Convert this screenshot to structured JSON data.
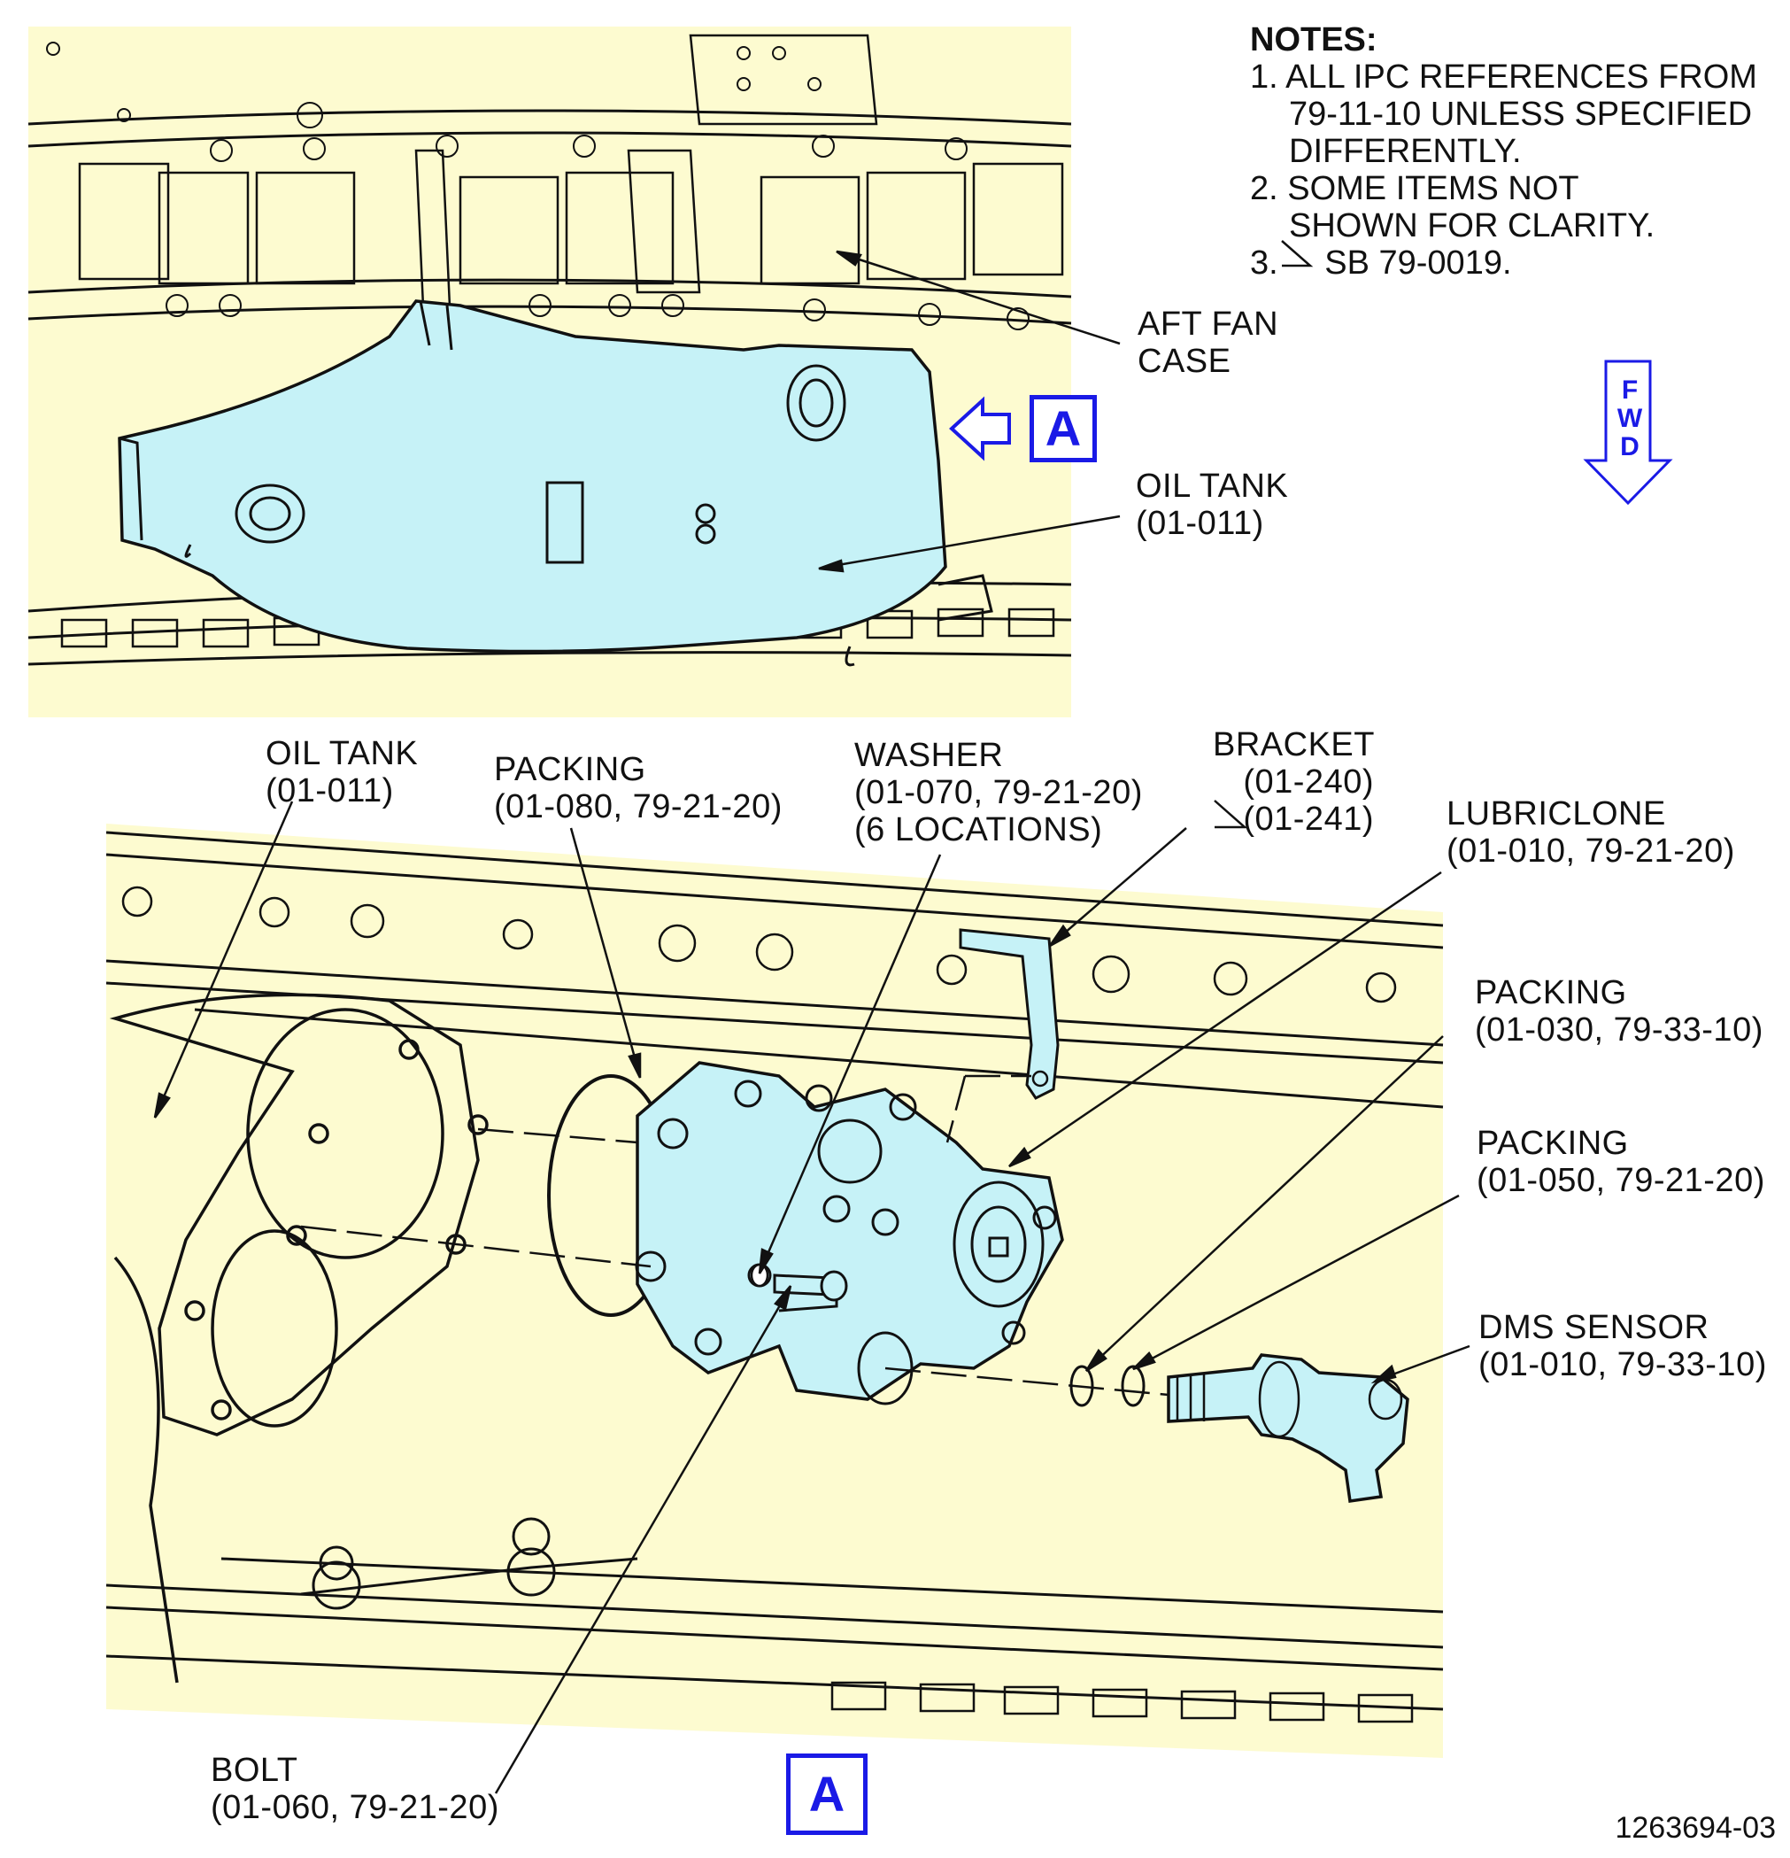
{
  "notes": {
    "title": "NOTES:",
    "items": [
      {
        "line1": "1. ALL IPC REFERENCES FROM",
        "line2": "79-11-10 UNLESS SPECIFIED",
        "line3": "DIFFERENTLY."
      },
      {
        "line1": "2. SOME ITEMS NOT",
        "line2": "SHOWN FOR CLARITY."
      },
      {
        "prefix": "3. ",
        "text": "SB 79-0019."
      }
    ]
  },
  "top_view": {
    "aft_fan_case": [
      "AFT FAN",
      "CASE"
    ],
    "oil_tank": [
      "OIL TANK",
      "(01-011)"
    ],
    "view_callout": "A"
  },
  "fwd_arrow": {
    "letters": [
      "F",
      "W",
      "D"
    ]
  },
  "detail": {
    "oil_tank": [
      "OIL TANK",
      "(01-011)"
    ],
    "packing_080": [
      "PACKING",
      "(01-080, 79-21-20)"
    ],
    "washer": [
      "WASHER",
      "(01-070, 79-21-20)",
      "(6 LOCATIONS)"
    ],
    "bracket": [
      "BRACKET",
      "(01-240)",
      "(01-241)"
    ],
    "lubriclone": [
      "LUBRICLONE",
      "(01-010, 79-21-20)"
    ],
    "packing_030": [
      "PACKING",
      "(01-030, 79-33-10)"
    ],
    "packing_050": [
      "PACKING",
      "(01-050, 79-21-20)"
    ],
    "dms_sensor": [
      "DMS SENSOR",
      "(01-010, 79-33-10)"
    ],
    "bolt": [
      "BOLT",
      "(01-060, 79-21-20)"
    ],
    "view_label": "A"
  },
  "drawing_number": "1263694-03",
  "colors": {
    "background_panel": "#fdfbd0",
    "oil_tank_fill": "#c6f2f7",
    "callout_blue": "#1a1ae6",
    "line": "#111111"
  }
}
